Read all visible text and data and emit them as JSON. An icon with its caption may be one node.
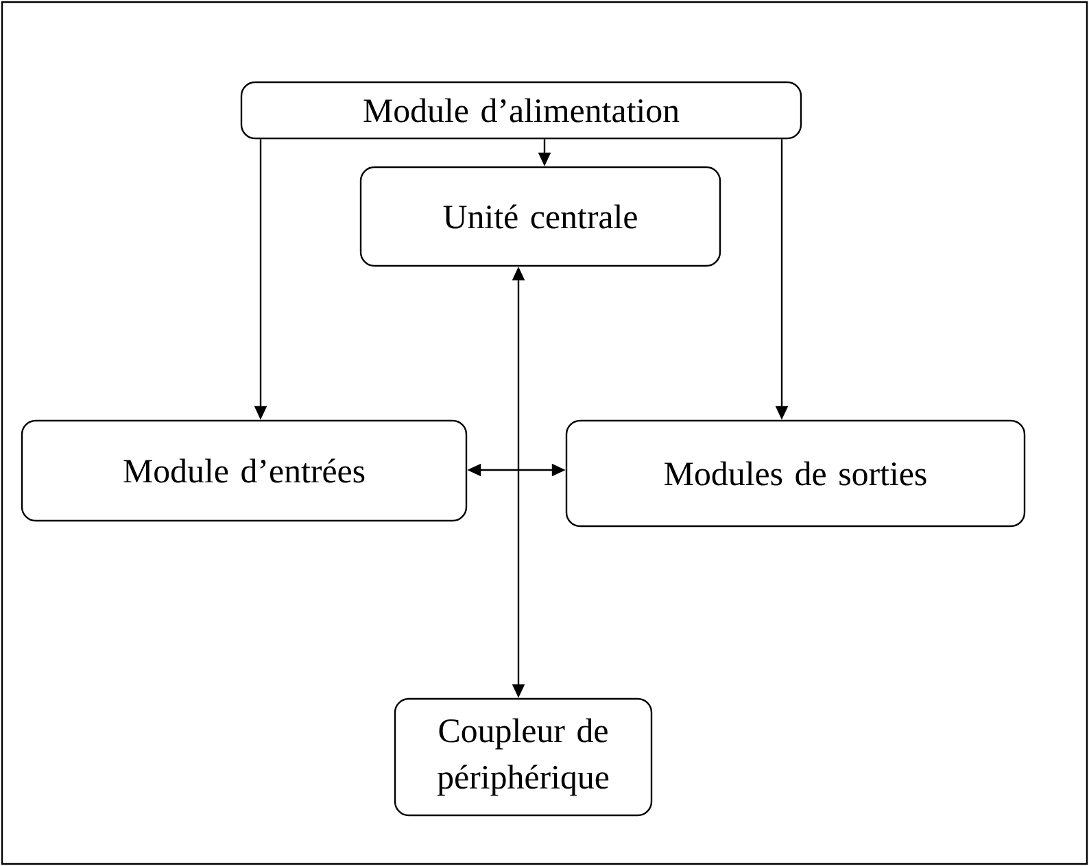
{
  "diagram": {
    "nodes": [
      {
        "text": [
          "Module d’alimentation"
        ]
      },
      {
        "text": [
          "Unité centrale"
        ]
      },
      {
        "text": [
          "Module d’entrées"
        ]
      },
      {
        "text": [
          "Modules de sorties"
        ]
      },
      {
        "text": [
          "Coupleur de périphérique"
        ]
      }
    ],
    "edges": [
      {
        "from": 0,
        "to": 1,
        "arrow": "to"
      },
      {
        "from": 0,
        "to": 2,
        "arrow": "to"
      },
      {
        "from": 0,
        "to": 3,
        "arrow": "to"
      },
      {
        "from": 2,
        "to": 3,
        "arrow": "both"
      },
      {
        "from": 1,
        "to": 4,
        "arrow": "both"
      }
    ]
  }
}
